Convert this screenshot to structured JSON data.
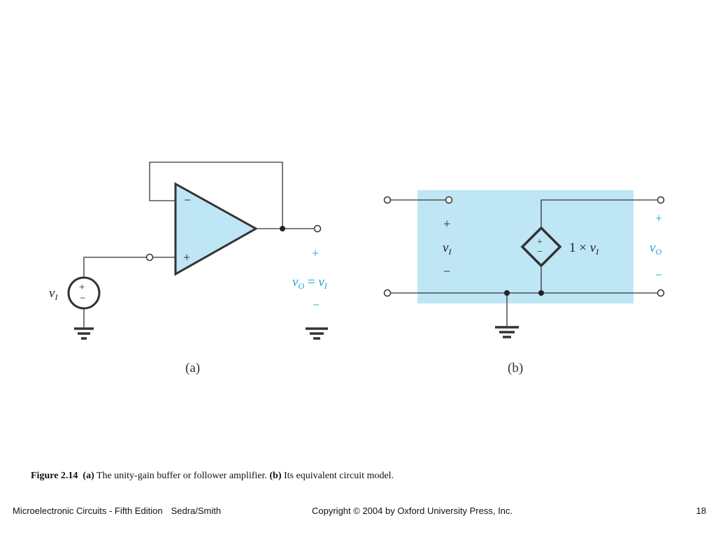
{
  "colors": {
    "fill": "#bfe6f5",
    "accent": "#1aa3d4",
    "line": "#222222"
  },
  "figure_a": {
    "minus_sign": "−",
    "plus_sign": "+",
    "source_plus": "+",
    "source_minus": "−",
    "source_label_base": "v",
    "source_label_sub": "I",
    "out_plus": "+",
    "out_minus": "−",
    "out_v": "v",
    "out_sub_o": "O",
    "out_eq": " = ",
    "out_v2": "v",
    "out_sub_i": "I",
    "label": "(a)"
  },
  "figure_b": {
    "in_plus": "+",
    "in_v": "v",
    "in_sub": "I",
    "in_minus": "−",
    "src_plus": "+",
    "src_minus": "−",
    "gain_text": "1 × ",
    "gain_v": "v",
    "gain_sub": "I",
    "out_plus": "+",
    "out_v": "v",
    "out_sub": "O",
    "out_minus": "−",
    "label": "(b)"
  },
  "caption": {
    "figure": "Figure 2.14",
    "a": "(a)",
    "a_text": " The unity-gain buffer or follower amplifier. ",
    "b": "(b)",
    "b_text": " Its equivalent circuit model."
  },
  "footer": {
    "book": "Microelectronic Circuits - Fifth Edition",
    "authors": "Sedra/Smith",
    "copyright": "Copyright © 2004 by Oxford University Press, Inc.",
    "page": "18"
  }
}
